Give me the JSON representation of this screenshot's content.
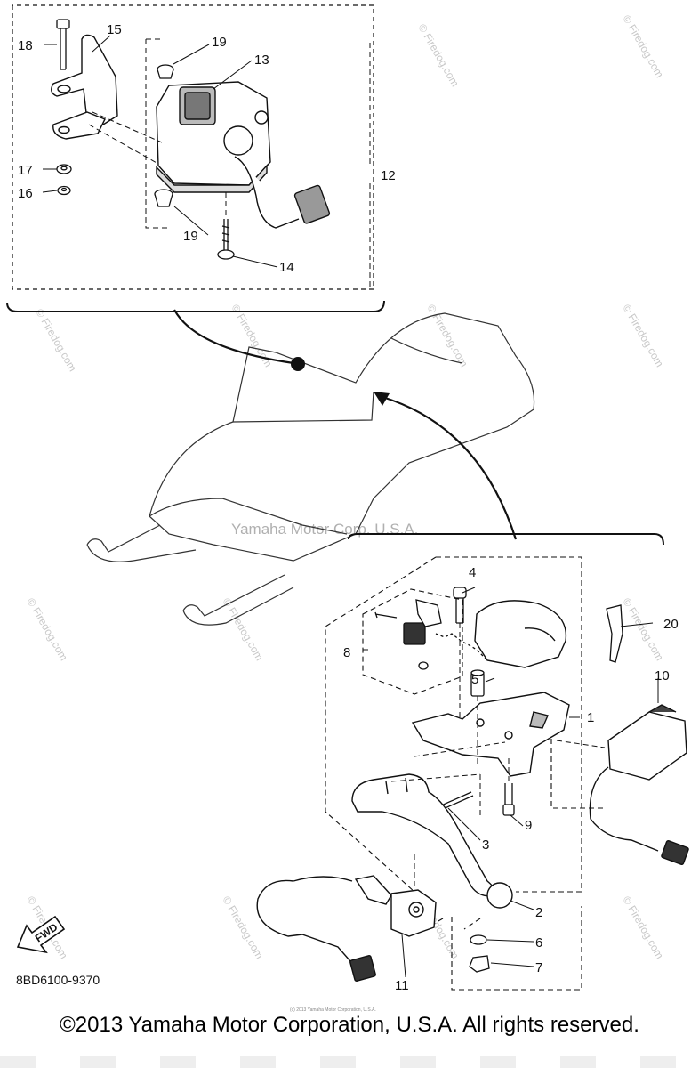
{
  "callouts": {
    "c1": "1",
    "c2": "2",
    "c3": "3",
    "c4": "4",
    "c5": "5",
    "c6": "6",
    "c7": "7",
    "c8": "8",
    "c9": "9",
    "c10": "10",
    "c11": "11",
    "c12": "12",
    "c13": "13",
    "c14": "14",
    "c15": "15",
    "c16": "16",
    "c17": "17",
    "c18": "18",
    "c19a": "19",
    "c19b": "19",
    "c20": "20"
  },
  "watermark": {
    "center": "Yamaha Motor Corp. U.S.A.",
    "site": "© Firedog.com"
  },
  "diagram_code": "8BD6100-9370",
  "fwd_label": "FWD",
  "copyright": "©2013 Yamaha Motor Corporation, U.S.A. All rights reserved.",
  "fine_print": "(c) 2013 Yamaha Motor Corporation, U.S.A."
}
